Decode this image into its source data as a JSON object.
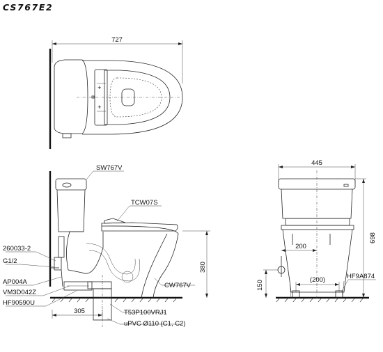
{
  "model": "CS767E2",
  "top_view": {
    "width": "727"
  },
  "side_view": {
    "labels": {
      "tank": "SW767V",
      "seat": "TCW07S",
      "valve": "260033-2",
      "thread": "G1/2",
      "hose": "AP004A",
      "stop": "VM3D042Z",
      "flange": "HF90590U",
      "bowl": "CW767V",
      "drain": "T53P100VRJ1",
      "pipe": "uPVC Ø110 (C1, C2)"
    },
    "dims": {
      "height_bowl": "380",
      "offset": "305"
    }
  },
  "front_view": {
    "dims": {
      "width": "445",
      "height": "698",
      "inlet_offset": "200",
      "inlet_height": "150",
      "bolt_spacing": "(200)"
    },
    "labels": {
      "fixing": "HF9A874"
    }
  }
}
